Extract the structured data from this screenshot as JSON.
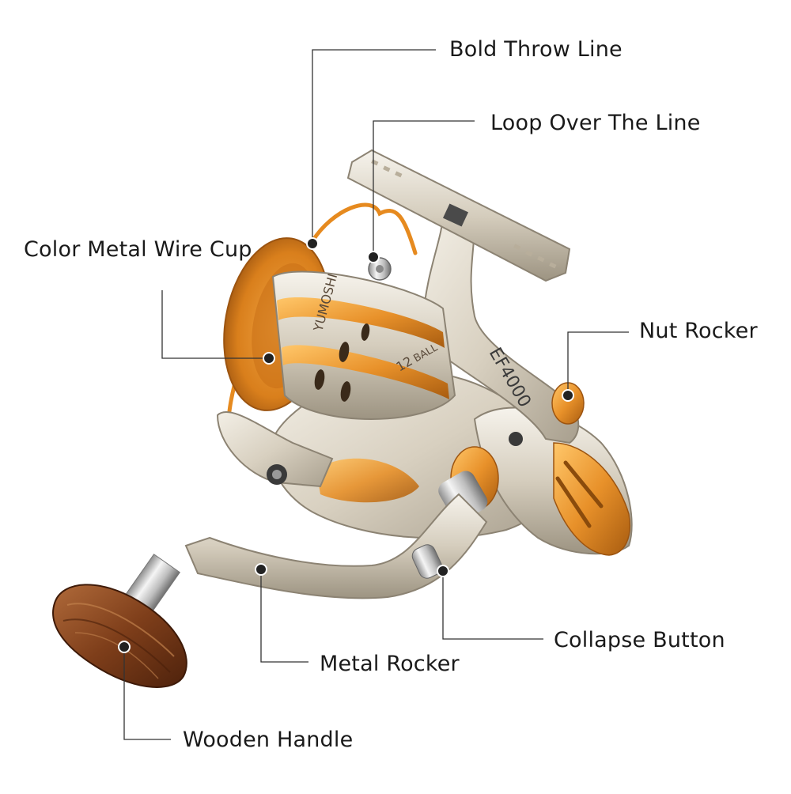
{
  "callouts": {
    "bold_throw_line": "Bold Throw Line",
    "loop_over_the_line": "Loop Over The Line",
    "color_metal_wire_cup": "Color Metal Wire Cup",
    "nut_rocker": "Nut Rocker",
    "collapse_button": "Collapse Button",
    "metal_rocker": "Metal Rocker",
    "wooden_handle": "Wooden Handle"
  },
  "reel_markings": {
    "brand": "YUMOSHI",
    "model": "EF4000",
    "bearing_count": "12",
    "bearing_text": "BALL"
  },
  "colors": {
    "silver": "#d9d2c4",
    "gold": "#e8942a",
    "wood": "#8a4a22",
    "leader_line": "#333333",
    "dot": "#222222"
  }
}
